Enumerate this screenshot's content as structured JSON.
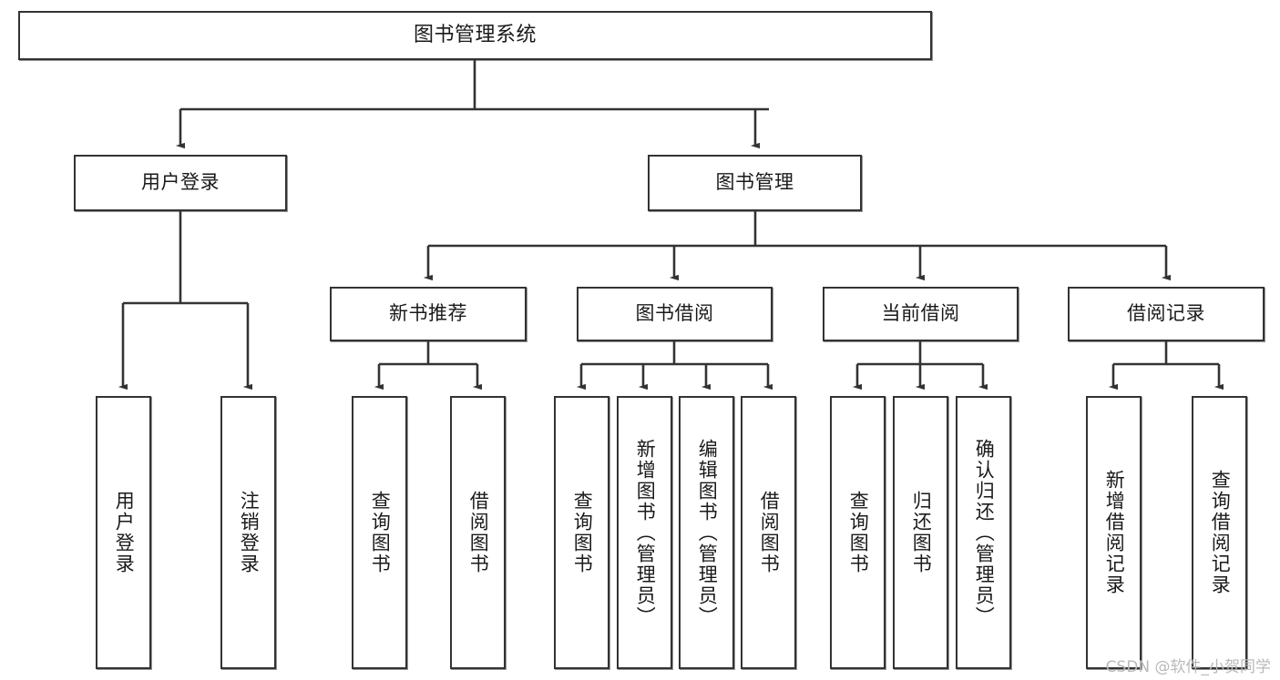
{
  "diagram": {
    "title": "图书管理系统",
    "type": "tree-hierarchy-diagram",
    "colors": {
      "box_border": "#333333",
      "box_fill": "#ffffff",
      "connector": "#333333",
      "text": "#1a1a1a",
      "watermark": "#b9b9b9",
      "background": "#ffffff"
    },
    "root": {
      "label": "图书管理系统"
    },
    "level2": [
      {
        "label": "用户登录"
      },
      {
        "label": "图书管理"
      }
    ],
    "level3": [
      {
        "label": "新书推荐"
      },
      {
        "label": "图书借阅"
      },
      {
        "label": "当前借阅"
      },
      {
        "label": "借阅记录"
      }
    ],
    "leaves": {
      "user_login": [
        {
          "label": "用户登录"
        },
        {
          "label": "注销登录"
        }
      ],
      "new_book": [
        {
          "label": "查询图书"
        },
        {
          "label": "借阅图书"
        }
      ],
      "book_borrow": [
        {
          "label": "查询图书"
        },
        {
          "label": "新增图书（管理员）"
        },
        {
          "label": "编辑图书（管理员）"
        },
        {
          "label": "借阅图书"
        }
      ],
      "current_borrow": [
        {
          "label": "查询图书"
        },
        {
          "label": "归还图书"
        },
        {
          "label": "确认归还（管理员）"
        }
      ],
      "borrow_record": [
        {
          "label": "新增借阅记录"
        },
        {
          "label": "查询借阅记录"
        }
      ]
    },
    "watermark": "CSDN @软件_小贺同学"
  }
}
